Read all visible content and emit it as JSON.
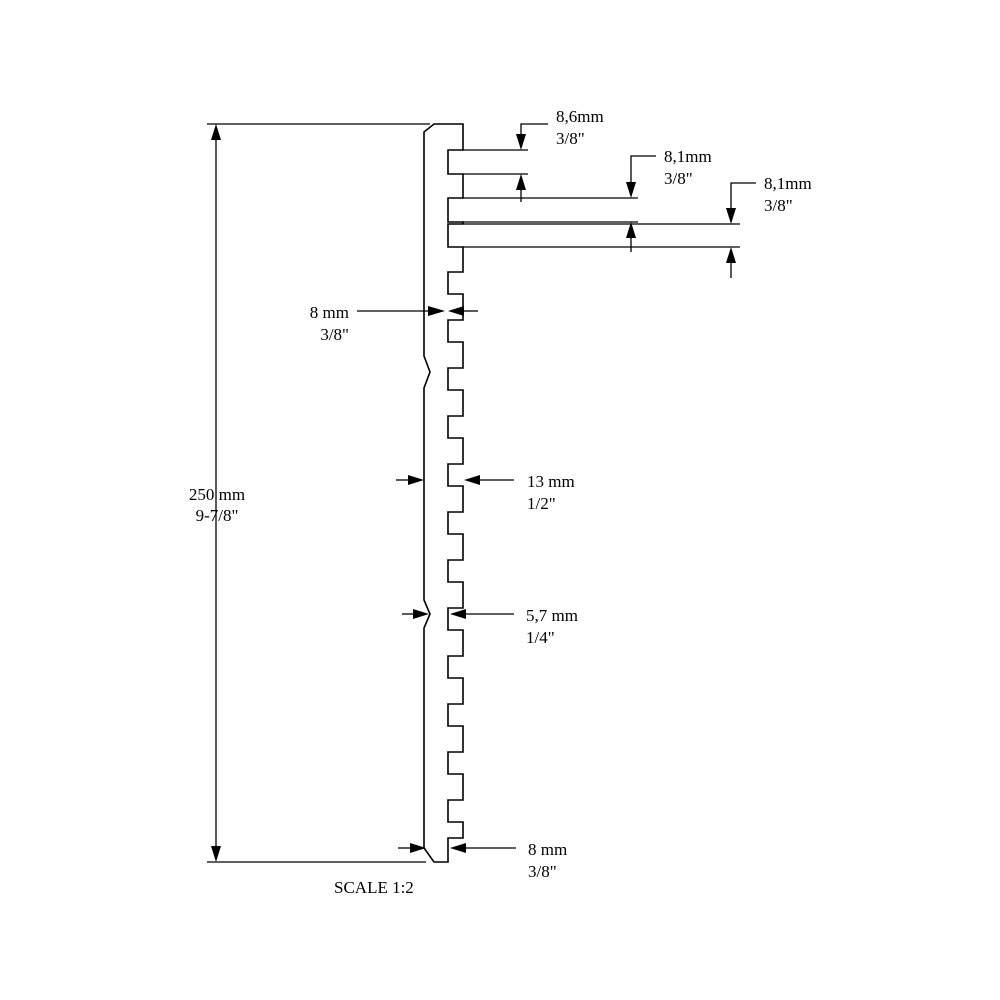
{
  "dimensions": {
    "height": {
      "mm": "250 mm",
      "inch": "9-7/8\""
    },
    "top_gap_1": {
      "mm": "8,6mm",
      "inch": "3/8\""
    },
    "top_gap_2": {
      "mm": "8,1mm",
      "inch": "3/8\""
    },
    "top_gap_3": {
      "mm": "8,1mm",
      "inch": "3/8\""
    },
    "groove_depth": {
      "mm": "8 mm",
      "inch": "3/8\""
    },
    "thickness": {
      "mm": "13 mm",
      "inch": "1/2\""
    },
    "notch": {
      "mm": "5,7 mm",
      "inch": "1/4\""
    },
    "bottom_depth": {
      "mm": "8 mm",
      "inch": "3/8\""
    }
  },
  "scale": "SCALE  1:2"
}
